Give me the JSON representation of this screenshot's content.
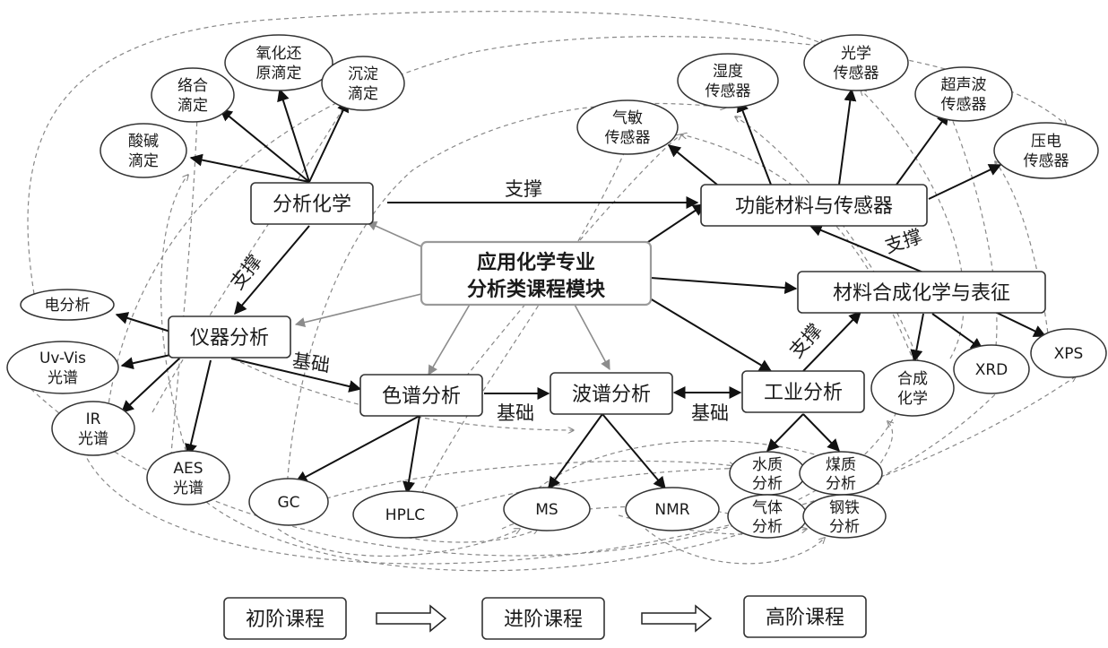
{
  "center": {
    "line1": "应用化学专业",
    "line2": "分析类课程模块"
  },
  "courses": {
    "analytical_chem": "分析化学",
    "instrumental": "仪器分析",
    "chromatography": "色谱分析",
    "spectroscopy": "波谱分析",
    "industrial": "工业分析",
    "functional_materials": "功能材料与传感器",
    "materials_synthesis": "材料合成化学与表征"
  },
  "titrations": {
    "acid_base": [
      "酸碱",
      "滴定"
    ],
    "complex": [
      "络合",
      "滴定"
    ],
    "redox": [
      "氧化还",
      "原滴定"
    ],
    "precipitation": [
      "沉淀",
      "滴定"
    ]
  },
  "sensors": {
    "gas": [
      "气敏",
      "传感器"
    ],
    "humidity": [
      "湿度",
      "传感器"
    ],
    "optical": [
      "光学",
      "传感器"
    ],
    "ultrasonic": [
      "超声波",
      "传感器"
    ],
    "piezo": [
      "压电",
      "传感器"
    ]
  },
  "instrument_methods": {
    "electro": "电分析",
    "uvvis": [
      "Uv-Vis",
      "光谱"
    ],
    "ir": [
      "IR",
      "光谱"
    ],
    "aes": [
      "AES",
      "光谱"
    ]
  },
  "chroma_methods": {
    "gc": "GC",
    "hplc": "HPLC"
  },
  "spectro_methods": {
    "ms": "MS",
    "nmr": "NMR"
  },
  "industrial_items": {
    "water": [
      "水质",
      "分析"
    ],
    "coal": [
      "煤质",
      "分析"
    ],
    "gas": [
      "气体",
      "分析"
    ],
    "steel": [
      "钢铁",
      "分析"
    ]
  },
  "materials_items": {
    "synthesis": [
      "合成",
      "化学"
    ],
    "xrd": "XRD",
    "xps": "XPS"
  },
  "edge_labels": {
    "support_top": "支撑",
    "support_left": "支撑",
    "support_right": "支撑",
    "support_bottom": "支撑",
    "basis_1": "基础",
    "basis_2": "基础",
    "basis_3": "基础"
  },
  "legend": {
    "beginner": "初阶课程",
    "intermediate": "进阶课程",
    "advanced": "高阶课程"
  }
}
